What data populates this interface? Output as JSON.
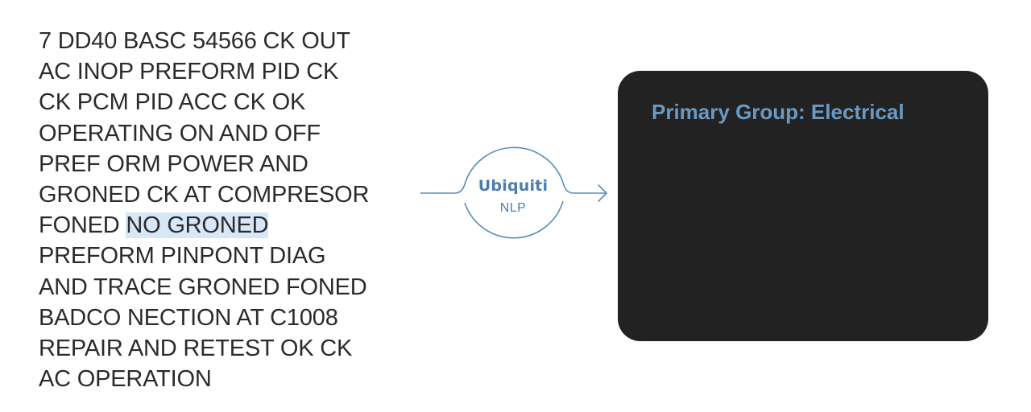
{
  "input_note": {
    "lines": [
      "7 DD40 BASC 54566 CK OUT",
      "AC INOP PREFORM PID CK",
      "CK PCM PID ACC CK OK",
      "OPERATING ON AND OFF",
      "PREF ORM POWER AND",
      "GRONED CK AT COMPRESOR",
      "FONED ",
      "PREFORM PINPONT DIAG",
      "AND TRACE GRONED FONED",
      "BADCO NECTION AT C1008",
      "REPAIR AND RETEST OK CK",
      "AC OPERATION"
    ],
    "highlighted_phrase": "NO GRONED",
    "highlight_color": "#d6e7f7"
  },
  "processor": {
    "brand": "Ubiquiti",
    "subtitle": "NLP",
    "accent_color": "#4a7eae",
    "icon": "arrow-right-icon"
  },
  "result": {
    "text": "Primary Group: Electrical",
    "panel_color": "#222222",
    "text_color": "#6a9ac4"
  }
}
